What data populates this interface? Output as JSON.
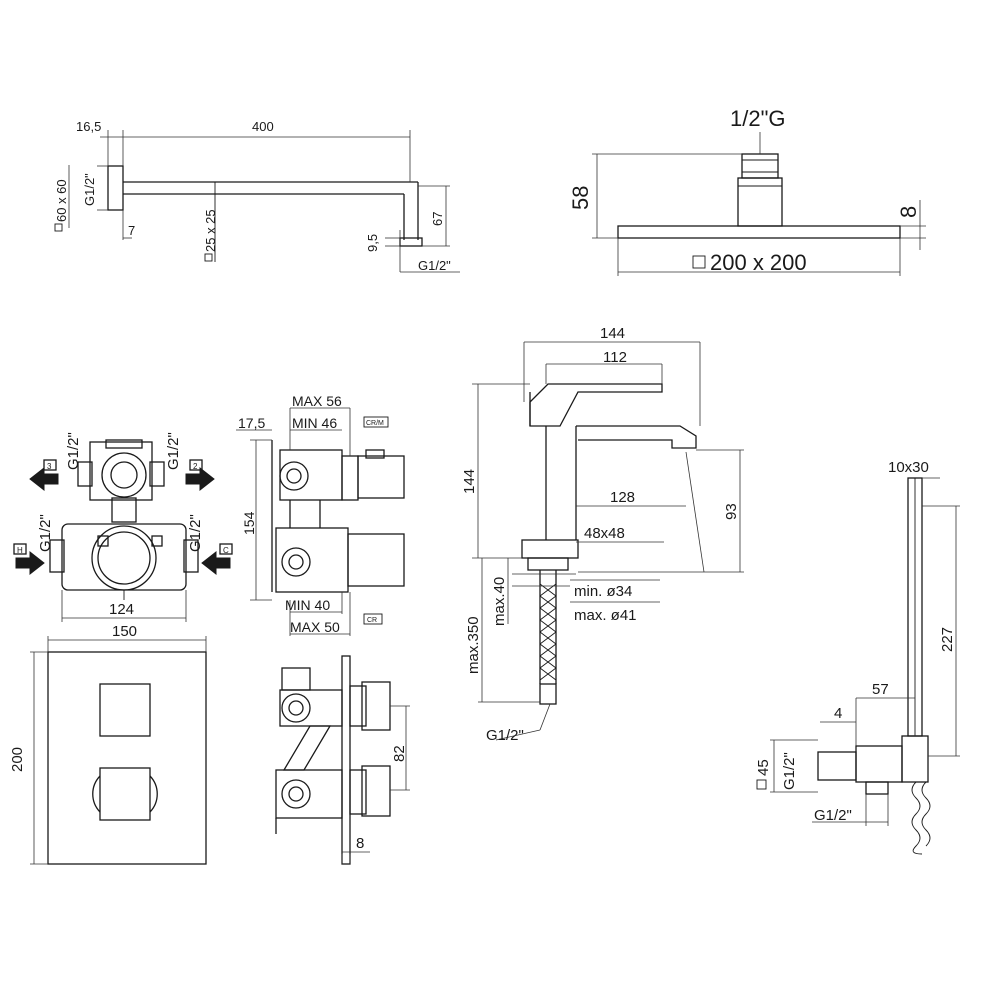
{
  "shower_arm": {
    "dim_16_5": "16,5",
    "dim_400": "400",
    "dim_60x60": "60 x 60",
    "dim_g12_left": "G1/2\"",
    "dim_7": "7",
    "dim_25x25": "25 x 25",
    "dim_9_5": "9,5",
    "dim_67": "67",
    "dim_g12_bottom": "G1/2\""
  },
  "shower_head": {
    "dim_thread": "1/2\"G",
    "dim_58": "58",
    "dim_8": "8",
    "dim_size": "200 x 200"
  },
  "mixer_body": {
    "g12_top_left": "G1/2\"",
    "g12_top_right": "G1/2\"",
    "g12_mid_left": "G1/2\"",
    "g12_mid_right": "G1/2\"",
    "port_3": "3",
    "port_2": "2",
    "port_h": "H",
    "port_c": "C",
    "dim_124": "124",
    "dim_150": "150"
  },
  "mixer_side": {
    "dim_max56": "MAX 56",
    "dim_min46": "MIN 46",
    "dim_17_5": "17,5",
    "dim_154": "154",
    "dim_min40": "MIN 40",
    "dim_max50": "MAX 50",
    "tag_crm": "CR/M",
    "tag_cr": "CR"
  },
  "wall_plate": {
    "dim_200": "200"
  },
  "installed_side": {
    "dim_82": "82",
    "dim_8": "8"
  },
  "basin_mixer": {
    "dim_144_top": "144",
    "dim_112": "112",
    "dim_144_side": "144",
    "dim_128": "128",
    "dim_93": "93",
    "dim_48x48": "48x48",
    "dim_min34": "min. ø34",
    "dim_max41": "max. ø41",
    "dim_max40": "max.40",
    "dim_max350": "max.350",
    "dim_g12": "G1/2\""
  },
  "hand_shower": {
    "dim_10x30": "10x30",
    "dim_227": "227",
    "dim_57": "57",
    "dim_4": "4",
    "dim_45": "45",
    "dim_g12_side": "G1/2\"",
    "dim_g12_bottom": "G1/2\""
  }
}
